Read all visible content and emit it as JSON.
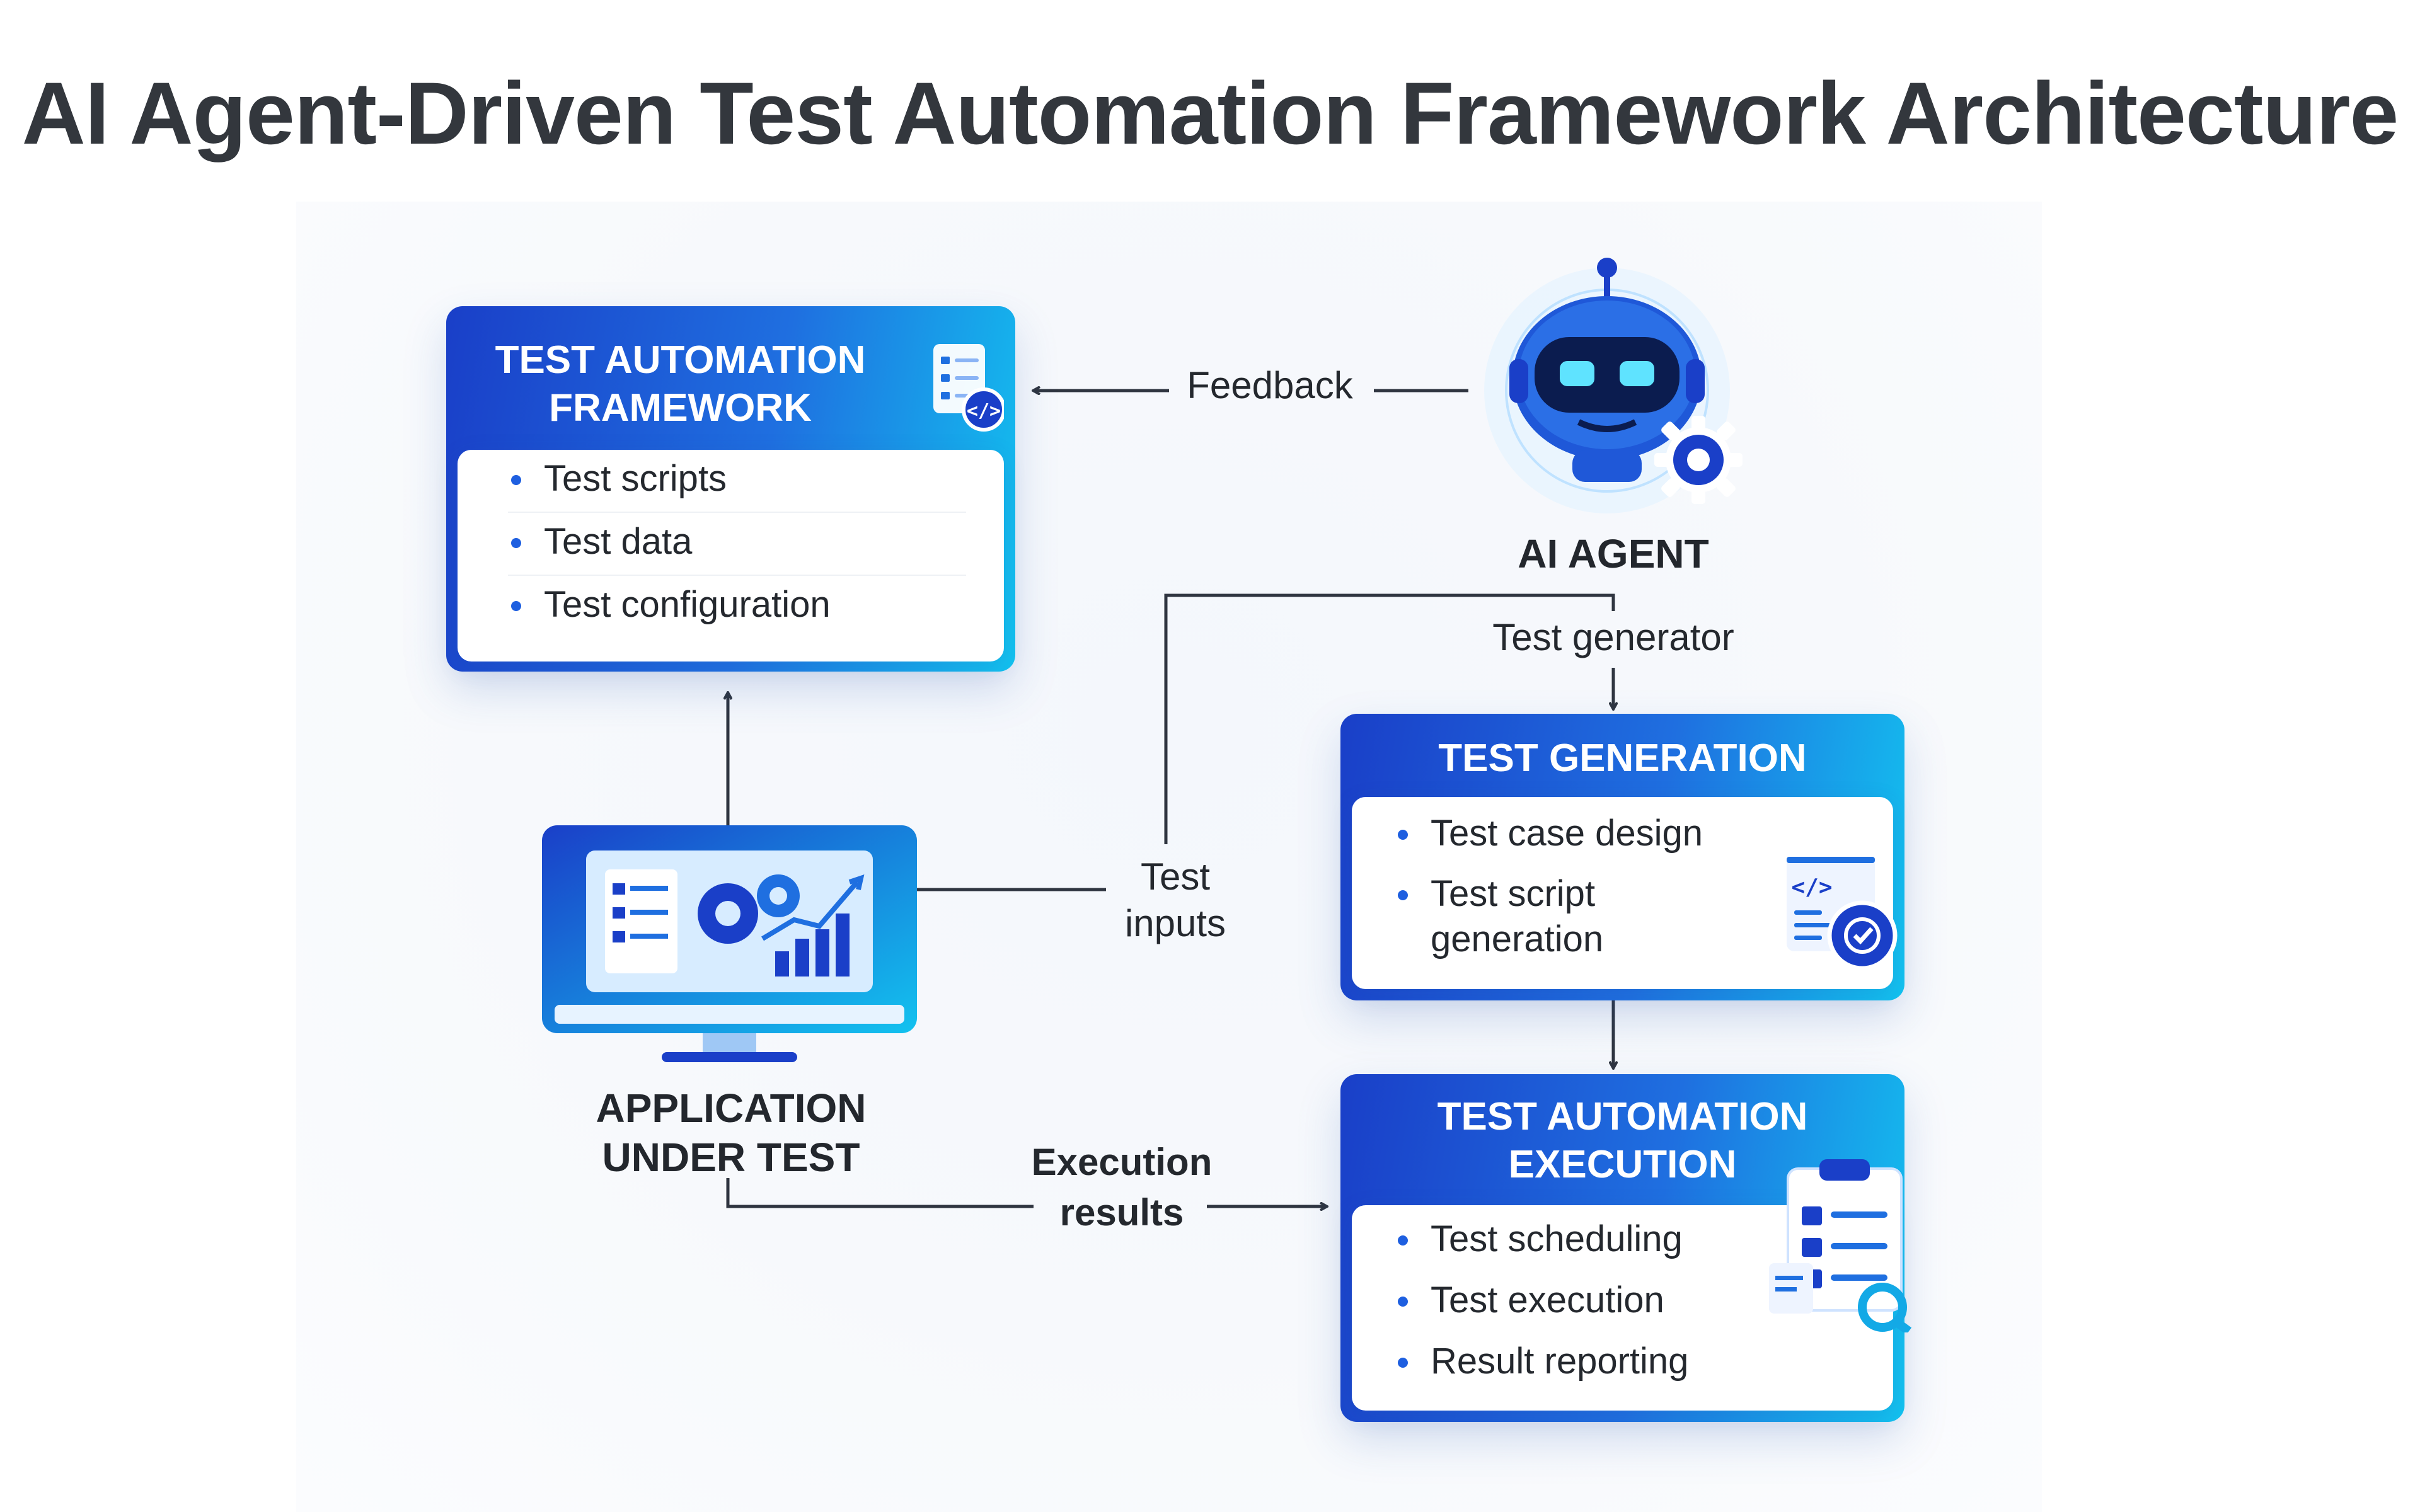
{
  "title": "AI Agent-Driven Test Automation Framework Architecture",
  "framework": {
    "heading": "TEST AUTOMATION FRAMEWORK",
    "items": [
      "Test scripts",
      "Test data",
      "Test configuration"
    ]
  },
  "agent": {
    "label": "AI AGENT"
  },
  "generation": {
    "heading": "TEST GENERATION",
    "items": [
      "Test case design",
      "Test script generation"
    ]
  },
  "execution": {
    "heading": "TEST AUTOMATION EXECUTION",
    "items": [
      "Test scheduling",
      "Test execution",
      "Result reporting"
    ]
  },
  "aut": {
    "label": "APPLICATION UNDER TEST"
  },
  "flows": {
    "feedback": "Feedback",
    "test_generator": "Test generator",
    "test_inputs": "Test inputs",
    "execution_results": "Execution results"
  },
  "colors": {
    "accent_dark": "#1a3fc8",
    "accent_light": "#13c2ef",
    "bullet": "#1e5fe0"
  },
  "icons": [
    "checklist-code-icon",
    "robot-icon",
    "gear-icon",
    "code-check-icon",
    "clipboard-checklist-icon",
    "monitor-dashboard-icon"
  ]
}
